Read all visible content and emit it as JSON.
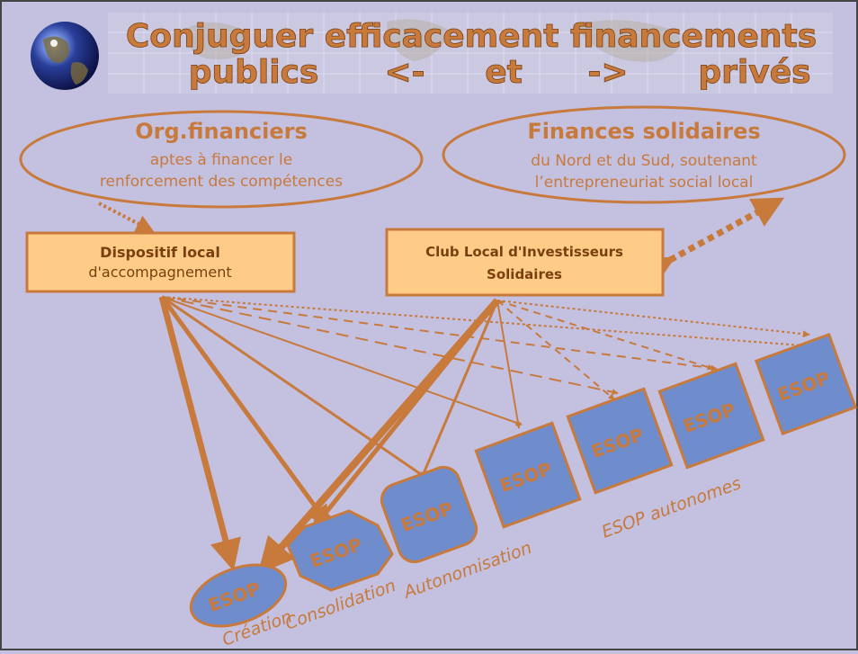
{
  "title": {
    "line1": "Conjuguer efficacement financements",
    "line2": {
      "a": "publics",
      "b": "<-",
      "c": "et",
      "d": "->",
      "e": "privés"
    }
  },
  "org_financiers": {
    "title": "Org.financiers",
    "line1": "aptes à financer le",
    "line2": "renforcement des compétences"
  },
  "finances_solidaires": {
    "title": "Finances solidaires",
    "line1": "du Nord et du Sud, soutenant",
    "line2": "l’entrepreneuriat social local"
  },
  "dispositif": {
    "line1": "Dispositif local",
    "line2": "d'accompagnement"
  },
  "club": {
    "line1": "Club Local d'Investisseurs",
    "line2": "Solidaires"
  },
  "esop_label": "ESOP",
  "stages": {
    "creation": "Création",
    "consolidation": "Consolidation",
    "autonomisation": "Autonomisation",
    "autonomes": "ESOP autonomes"
  },
  "colors": {
    "background": "#c3c0e0",
    "accent": "#c87a3c",
    "box_fill": "#ffcc88",
    "esop_fill": "#6f8ccc"
  }
}
